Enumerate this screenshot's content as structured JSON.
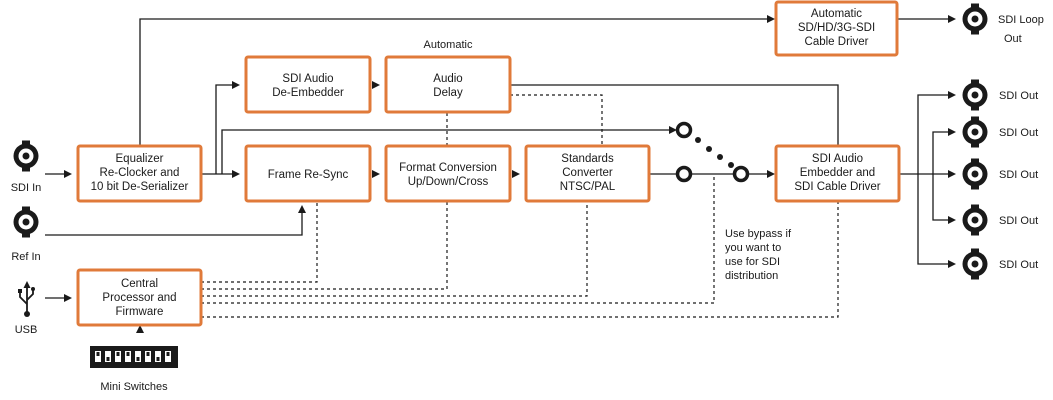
{
  "colors": {
    "box_border": "#e07a3a",
    "line": "#1a1a1a",
    "text": "#1a1a1a"
  },
  "boxes": {
    "equalizer": [
      "Equalizer",
      "Re-Clocker and",
      "10 bit De-Serializer"
    ],
    "sdi_audio_deembedder": [
      "SDI Audio",
      "De-Embedder"
    ],
    "audio_delay": [
      "Audio",
      "Delay"
    ],
    "frame_resync": [
      "Frame Re-Sync"
    ],
    "format_conversion": [
      "Format Conversion",
      "Up/Down/Cross"
    ],
    "standards_converter": [
      "Standards",
      "Converter",
      "NTSC/PAL"
    ],
    "sdi_audio_embedder": [
      "SDI Audio",
      "Embedder and",
      "SDI Cable Driver"
    ],
    "cable_driver": [
      "Automatic",
      "SD/HD/3G-SDI",
      "Cable Driver"
    ],
    "cpu": [
      "Central",
      "Processor and",
      "Firmware"
    ]
  },
  "labels": {
    "automatic": "Automatic",
    "sdi_in": "SDI In",
    "ref_in": "Ref In",
    "usb": "USB",
    "mini_switches": "Mini Switches",
    "sdi_loop_out": [
      "SDI Loop",
      "Out"
    ],
    "sdi_out": "SDI Out",
    "bypass_note": [
      "Use bypass if",
      "you want to",
      "use for SDI",
      "distribution"
    ]
  },
  "icons": {
    "connector": "bnc-connector-icon",
    "usb": "usb-icon",
    "switches": "dip-switch-icon"
  }
}
